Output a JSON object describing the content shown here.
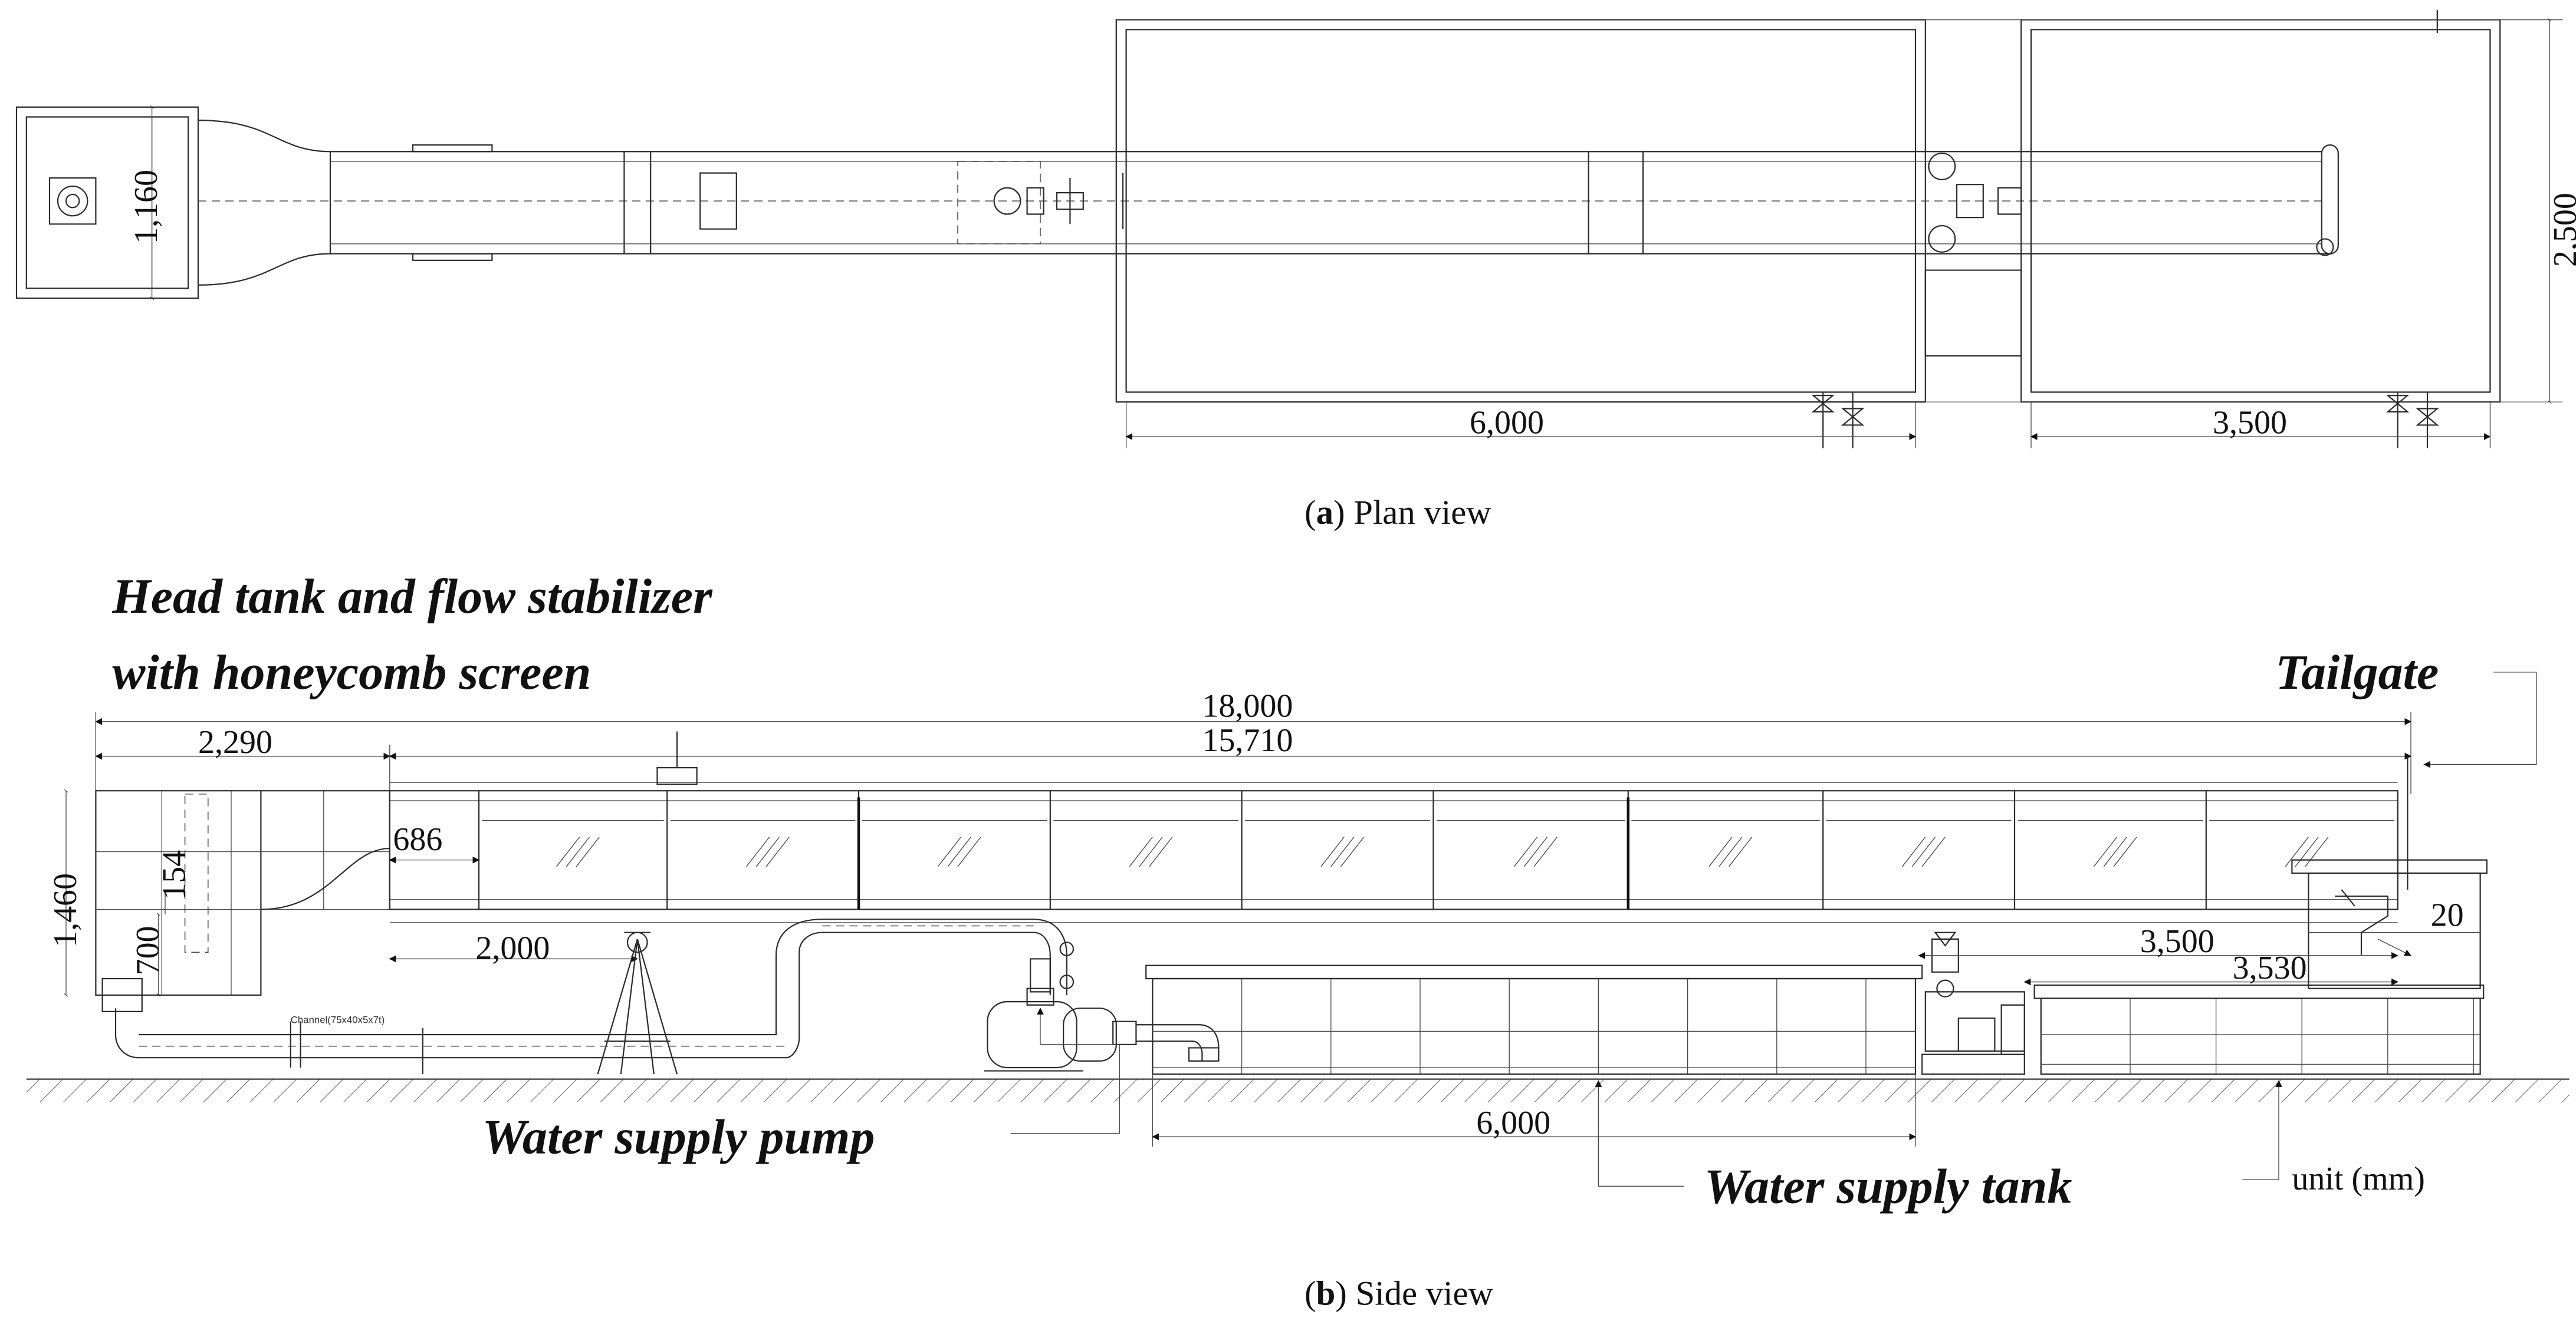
{
  "plan_view": {
    "dim_width_head": "1,160",
    "dim_width_tanks": "2,500",
    "dim_tank_large": "6,000",
    "dim_tank_small": "3,500",
    "caption_bold": "a",
    "caption_rest": ") Plan view"
  },
  "side_view": {
    "label_head_tank_line1": "Head tank and flow stabilizer",
    "label_head_tank_line2": "with honeycomb screen",
    "label_tailgate": "Tailgate",
    "label_pump": "Water supply pump",
    "label_tank": "Water supply tank",
    "label_unit": "unit (mm)",
    "dim_total": "18,000",
    "dim_channel": "15,710",
    "dim_head": "2,290",
    "dim_first_panel": "686",
    "dim_height": "1,460",
    "dim_700": "700",
    "dim_154": "154",
    "dim_2000": "2,000",
    "dim_6000": "6,000",
    "dim_3500": "3,500",
    "dim_3530": "3,530",
    "dim_20": "20",
    "pipe_note": "Channel(75x40x5x7t)",
    "caption_bold": "b",
    "caption_rest": ") Side view"
  }
}
